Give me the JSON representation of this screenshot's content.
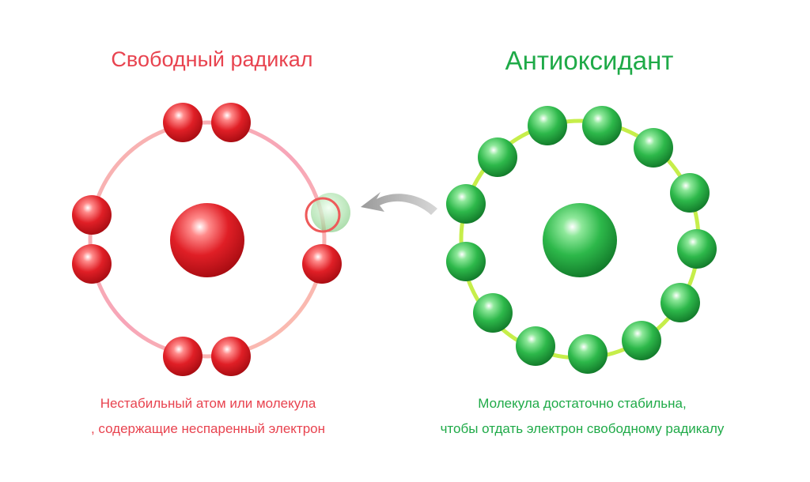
{
  "free_radical": {
    "title": "Свободный радикал",
    "caption_line1": "Нестабильный атом или молекула",
    "caption_line2": ", содержащие неспаренный электрон"
  },
  "antioxidant": {
    "title": "Антиоксидант",
    "caption_line1": "Молекула достаточно стабильна,",
    "caption_line2": "чтобы отдать электрон свободному радикалу"
  },
  "colors": {
    "red": "#e8434f",
    "green": "#1faa48",
    "arrow": "#b0b0b0"
  }
}
